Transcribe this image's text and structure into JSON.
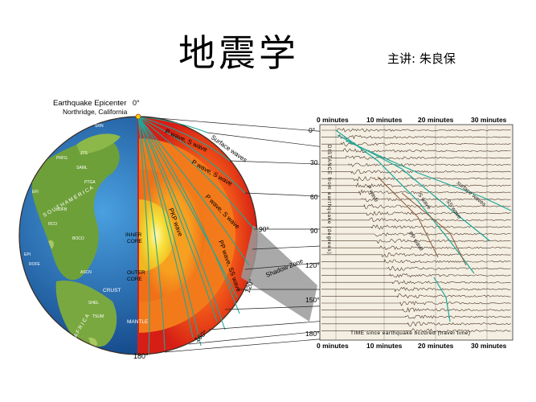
{
  "slide": {
    "title": "地震学",
    "lecturer": "主讲: 朱良保"
  },
  "globe": {
    "epicenter_label": "Earthquake Epicenter",
    "epicenter_location": "Northridge, California",
    "angle_top": "0°",
    "angle_90": "90°",
    "angle_120": "120°",
    "angle_160": "160°",
    "angle_180": "180°",
    "inner_core": [
      "INNER",
      "CORE"
    ],
    "outer_core": [
      "OUTER",
      "CORE"
    ],
    "crust": "CRUST",
    "mantle": "MANTLE",
    "shadow_zone": "Shadow Zone",
    "wave_labels": [
      "P wave, S wave",
      "Surface waves",
      "P wave, S wave",
      "P wave, S wave",
      "PKP wave",
      "PP wave, SS wave"
    ],
    "continent_labels": [
      "S O U T H   A M E R I C A",
      "A F R I C A"
    ],
    "station_labels": [
      "SRN",
      "PRFG",
      "JTS",
      "EFI",
      "BDFB",
      "RCO",
      "ASCN",
      "SHEL",
      "TSUM",
      "PTGA",
      "BOCO",
      "EPI",
      "ROFE",
      "SAML",
      "CRUST"
    ]
  },
  "seismogram": {
    "top_axis": [
      "0 minutes",
      "10 minutes",
      "20 minutes",
      "30 minutes"
    ],
    "bottom_axis": [
      "0 minutes",
      "10 minutes",
      "20 minutes",
      "30 minutes"
    ],
    "distance_ticks": [
      "0°",
      "30",
      "60",
      "90",
      "120°",
      "150°",
      "180°"
    ],
    "vertical_title": "DISTANCE from earthquake (degrees)",
    "time_title": "TIME since earthquake occured (travel time)",
    "phase_labels": [
      "P wave",
      "S wave",
      "surface waves",
      "SS wave",
      "PP wave"
    ]
  },
  "colors": {
    "accent_teal": "#1fa79a",
    "core_yellow": "#f5d21a",
    "mantle_red": "#e0281a",
    "ocean_blue": "#1f6fb0",
    "land_green": "#6ea03a",
    "shadow_gray": "#9a9a9a",
    "trace_brown": "#5a3a2a"
  }
}
